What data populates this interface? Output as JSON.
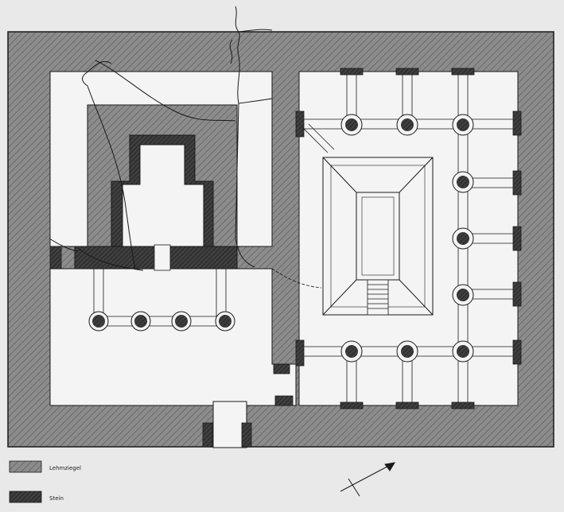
{
  "legend": {
    "items": [
      {
        "label": "Lehmziegel",
        "pattern": "light-hatch"
      },
      {
        "label": "Stein",
        "pattern": "dark-hatch"
      }
    ]
  },
  "colors": {
    "background": "#e9e9e9",
    "mudbrick_fill": "#8c8c8c",
    "stone_fill": "#3f3f3f",
    "line": "#1a1a1a",
    "floor": "#f4f4f4"
  },
  "icons": {
    "north_arrow": "north-arrow-icon"
  }
}
